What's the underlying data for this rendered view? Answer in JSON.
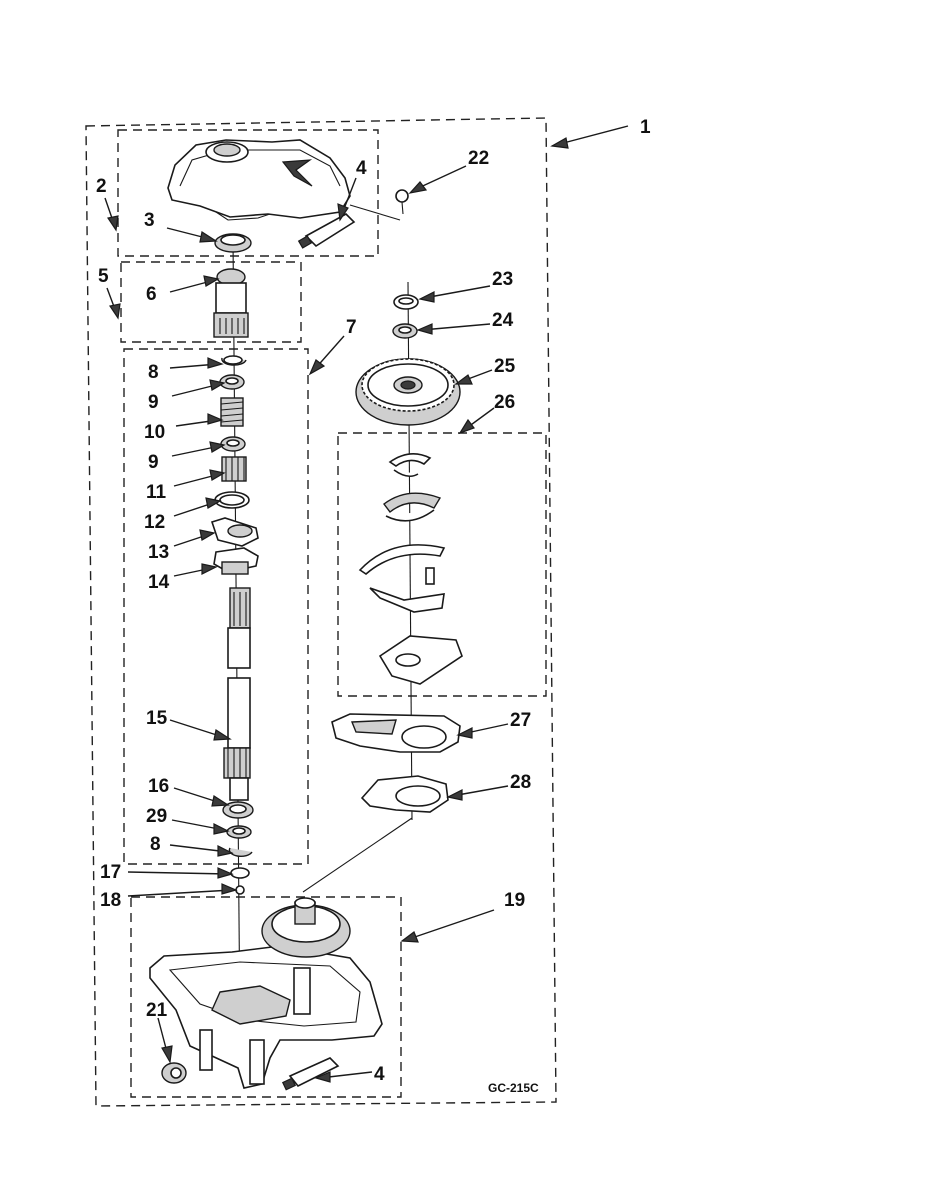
{
  "diagram_code": "GC-215C",
  "callouts": [
    {
      "id": "c1",
      "text": "1"
    },
    {
      "id": "c2",
      "text": "2"
    },
    {
      "id": "c3",
      "text": "3"
    },
    {
      "id": "c4a",
      "text": "4"
    },
    {
      "id": "c4b",
      "text": "4"
    },
    {
      "id": "c5",
      "text": "5"
    },
    {
      "id": "c6",
      "text": "6"
    },
    {
      "id": "c7",
      "text": "7"
    },
    {
      "id": "c8a",
      "text": "8"
    },
    {
      "id": "c9a",
      "text": "9"
    },
    {
      "id": "c10",
      "text": "10"
    },
    {
      "id": "c9b",
      "text": "9"
    },
    {
      "id": "c11",
      "text": "11"
    },
    {
      "id": "c12",
      "text": "12"
    },
    {
      "id": "c13",
      "text": "13"
    },
    {
      "id": "c14",
      "text": "14"
    },
    {
      "id": "c15",
      "text": "15"
    },
    {
      "id": "c16",
      "text": "16"
    },
    {
      "id": "c29",
      "text": "29"
    },
    {
      "id": "c8b",
      "text": "8"
    },
    {
      "id": "c17",
      "text": "17"
    },
    {
      "id": "c18",
      "text": "18"
    },
    {
      "id": "c19",
      "text": "19"
    },
    {
      "id": "c21",
      "text": "21"
    },
    {
      "id": "c22",
      "text": "22"
    },
    {
      "id": "c23",
      "text": "23"
    },
    {
      "id": "c24",
      "text": "24"
    },
    {
      "id": "c25",
      "text": "25"
    },
    {
      "id": "c26",
      "text": "26"
    },
    {
      "id": "c27",
      "text": "27"
    },
    {
      "id": "c28",
      "text": "28"
    }
  ]
}
